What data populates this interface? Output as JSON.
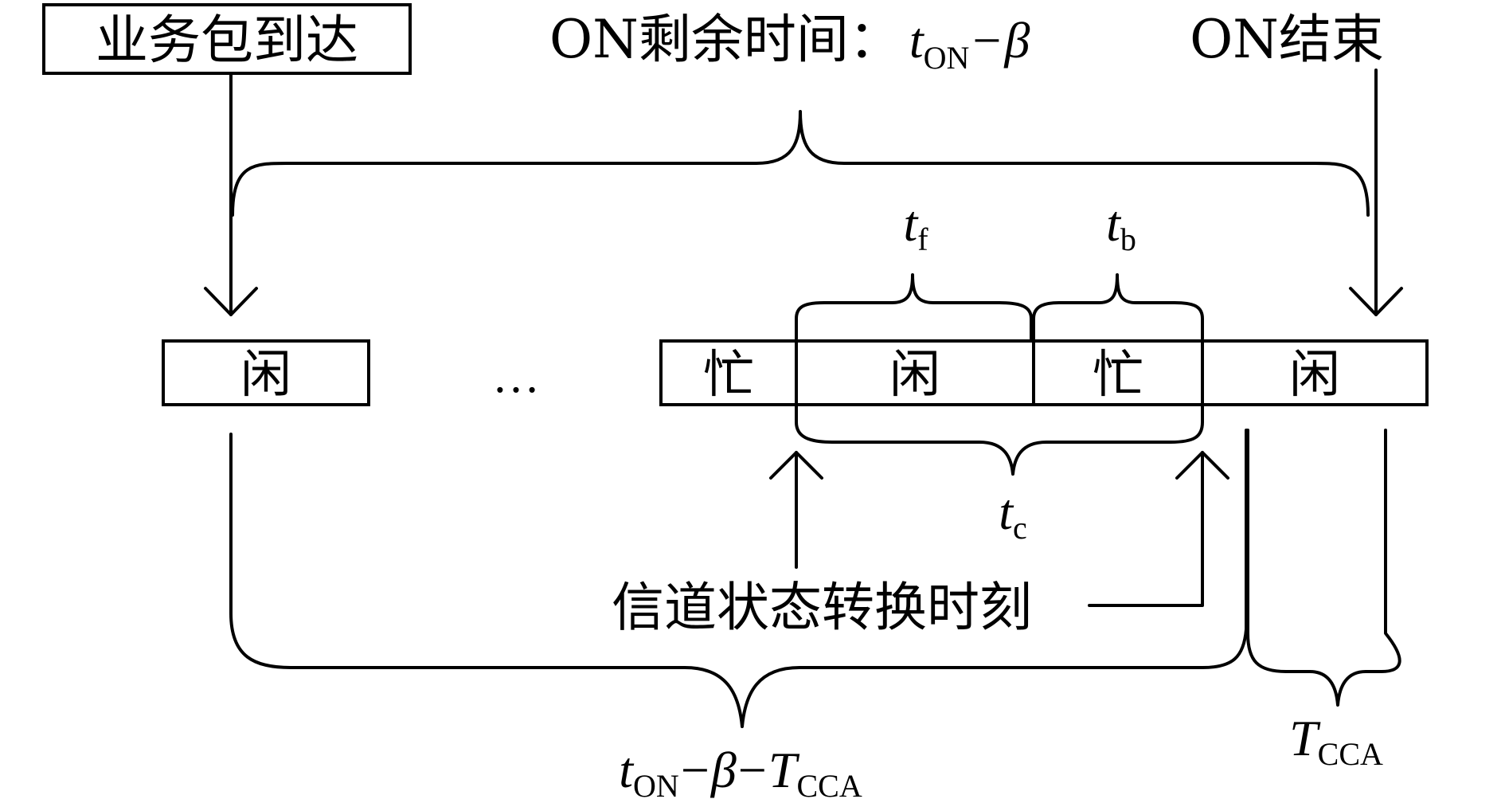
{
  "labels": {
    "packet_arrival": "业务包到达",
    "on_remaining_prefix": "ON剩余时间：",
    "on_end": "ON结束",
    "channel_transition": "信道状态转换时刻",
    "ellipsis": "…"
  },
  "slots": {
    "idle_1": "闲",
    "busy_1": "忙",
    "idle_2": "闲",
    "busy_2": "忙",
    "idle_3": "闲"
  },
  "math": {
    "t": "t",
    "T": "T",
    "beta": "β",
    "minus": "−",
    "sub_on": "ON",
    "sub_f": "f",
    "sub_b": "b",
    "sub_c": "c",
    "sub_cca": "CCA"
  }
}
